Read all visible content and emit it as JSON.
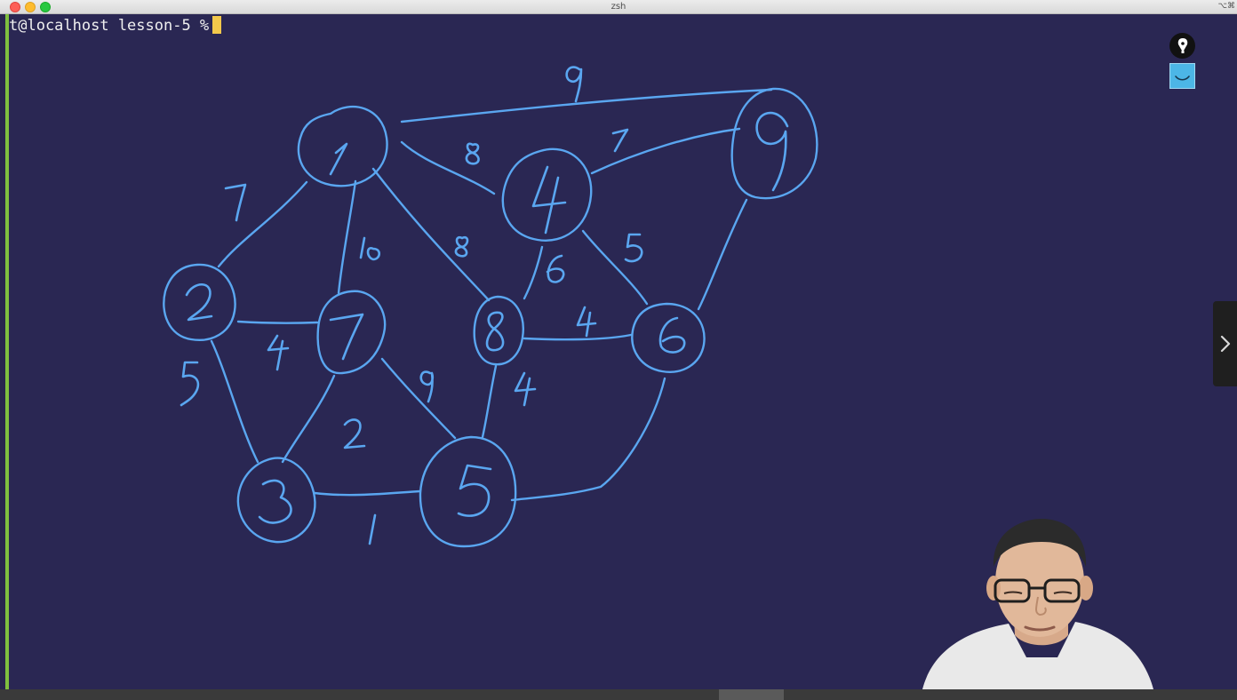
{
  "window": {
    "title": "zsh",
    "shortcut_glyph": "⌥⌘"
  },
  "terminal": {
    "prompt": "t@localhost lesson-5 %"
  },
  "overlay_tools": {
    "pen_icon": "pen-nib-icon",
    "screen_icon": "screen-smile-icon",
    "next_icon": "chevron-right-icon"
  },
  "colors": {
    "terminal_bg": "#2a2753",
    "ink": "#5aa6f0",
    "cursor": "#f2c84b",
    "accent_bar": "#7fbf3f"
  },
  "graph": {
    "nodes": [
      "1",
      "2",
      "3",
      "4",
      "5",
      "6",
      "7",
      "8",
      "9"
    ],
    "edges": [
      {
        "from": "1",
        "to": "9",
        "weight": "9"
      },
      {
        "from": "1",
        "to": "4",
        "weight": "8"
      },
      {
        "from": "4",
        "to": "9",
        "weight": "7"
      },
      {
        "from": "1",
        "to": "2",
        "weight": "7"
      },
      {
        "from": "1",
        "to": "7",
        "weight": "10"
      },
      {
        "from": "1",
        "to": "8",
        "weight": "8"
      },
      {
        "from": "4",
        "to": "8",
        "weight": "6"
      },
      {
        "from": "4",
        "to": "6",
        "weight": "5"
      },
      {
        "from": "2",
        "to": "7",
        "weight": "4"
      },
      {
        "from": "8",
        "to": "6",
        "weight": "4"
      },
      {
        "from": "2",
        "to": "3",
        "weight": "5"
      },
      {
        "from": "7",
        "to": "5",
        "weight": "9"
      },
      {
        "from": "8",
        "to": "5",
        "weight": "4"
      },
      {
        "from": "7",
        "to": "3",
        "weight": "2"
      },
      {
        "from": "3",
        "to": "5",
        "weight": "1"
      },
      {
        "from": "9",
        "to": "6",
        "weight": ""
      },
      {
        "from": "6",
        "to": "5",
        "weight": ""
      }
    ]
  }
}
